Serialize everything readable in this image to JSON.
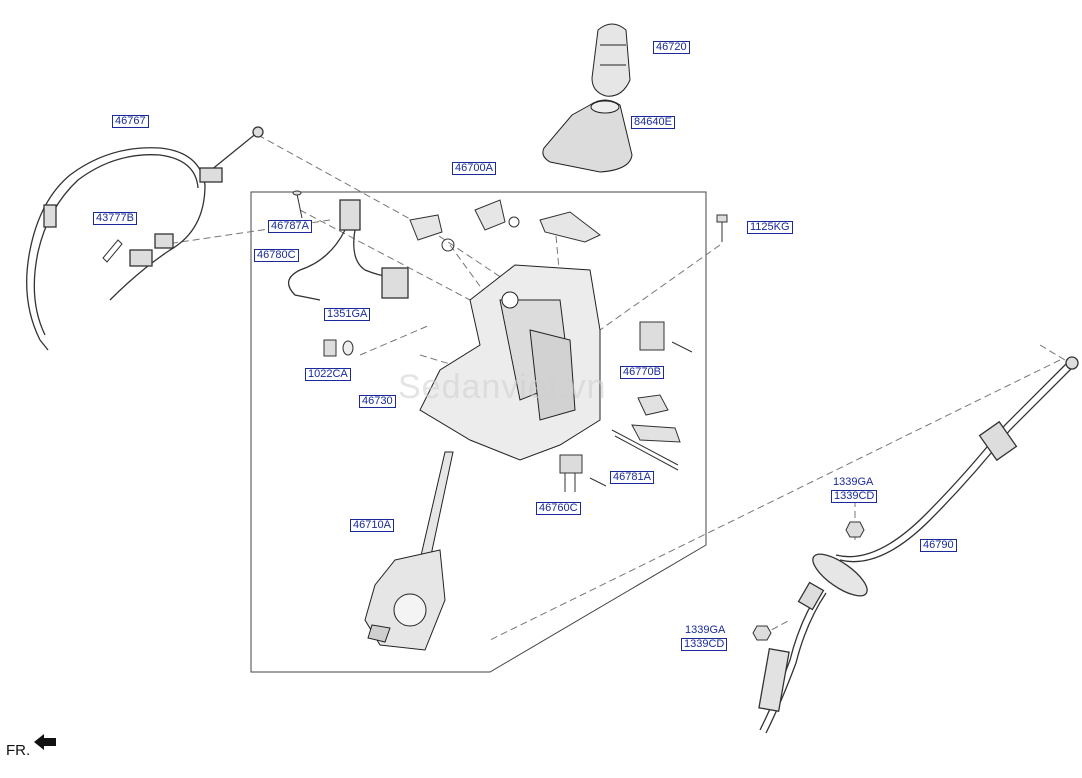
{
  "watermark": "Sedanviet.vn",
  "orientation": {
    "label": "FR.",
    "icon": "front-arrow-icon"
  },
  "callouts": {
    "knob": "46720",
    "boot": "84640E",
    "cable_left": "46767",
    "assembly": "46700A",
    "bolt_right": "1125KG",
    "clip_left": "43777B",
    "screw_top": "46787A",
    "harness": "46780C",
    "washer": "1351GA",
    "nut_small": "1022CA",
    "bracket": "46730",
    "stopper": "46770B",
    "pin": "46781A",
    "switch": "46760C",
    "lever": "46710A",
    "cable_right": "46790",
    "nut_a_top": "1339GA",
    "nut_a_bottom": "1339CD",
    "nut_b_top": "1339GA",
    "nut_b_bottom": "1339CD"
  }
}
